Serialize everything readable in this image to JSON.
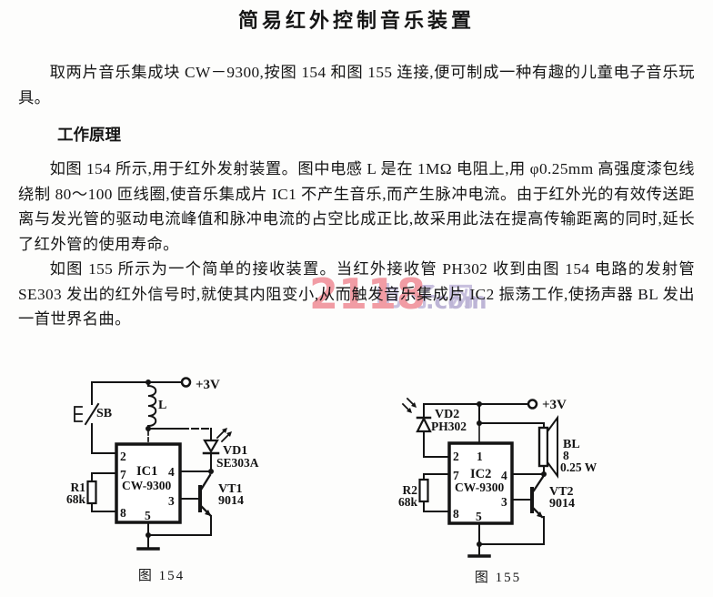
{
  "document": {
    "title": "简易红外控制音乐装置",
    "intro": "取两片音乐集成块 CW－9300,按图 154 和图 155 连接,便可制成一种有趣的儿童电子音乐玩具。",
    "section_heading": "工作原理",
    "para_fig154": "如图 154 所示,用于红外发射装置。图中电感 L 是在 1MΩ 电阻上,用 φ0.25mm 高强度漆包线绕制 80～100 匝线圈,使音乐集成片 IC1 不产生音乐,而产生脉冲电流。由于红外光的有效传送距离与发光管的驱动电流峰值和脉冲电流的占空比成正比,故采用此法在提高传输距离的同时,延长了红外管的使用寿命。",
    "para_fig155": "如图 155 所示为一个简单的接收装置。当红外接收管 PH302 收到由图 154 电路的发射管 SE303 发出的红外信号时,就使其内阻变小,从而触发音乐集成片 IC2 振荡工作,使扬声器 BL 发出一首世界名曲。"
  },
  "watermark": {
    "number": "2118",
    "suffix": ".com",
    "cn": "电子网",
    "number_color": "#f0929b",
    "suffix_color": "#b7aed2"
  },
  "fig154": {
    "caption": "图 154",
    "power": "+3V",
    "switch": "SB",
    "inductor": "L",
    "led": "VD1",
    "led_model": "SE303A",
    "resistor": "R1",
    "resistor_value": "68k",
    "ic": "IC1",
    "ic_model": "CW-9300",
    "transistor": "VT1",
    "transistor_model": "9014",
    "pin2": "2",
    "pin7": "7",
    "pin8": "8",
    "pin4": "4",
    "pin3": "3",
    "pin5": "5"
  },
  "fig155": {
    "caption": "图 155",
    "power": "+3V",
    "photodiode": "VD2",
    "photodiode_model": "PH302",
    "resistor": "R2",
    "resistor_value": "68k",
    "ic": "IC2",
    "ic_model": "CW-9300",
    "speaker": "BL",
    "speaker_impedance": "8",
    "speaker_power": "0.25 W",
    "transistor": "VT2",
    "transistor_model": "9014",
    "pin1": "1",
    "pin2": "2",
    "pin7": "7",
    "pin8": "8",
    "pin4": "4",
    "pin3": "3",
    "pin5": "5"
  }
}
